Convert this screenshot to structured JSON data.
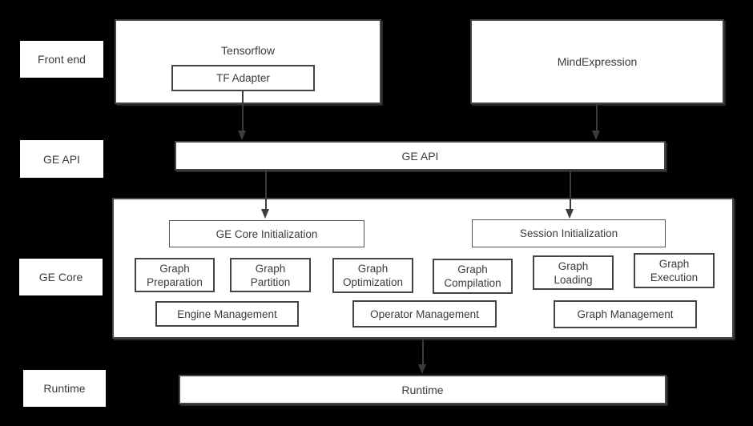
{
  "colors": {
    "background": "#000000",
    "box_fill": "#ffffff",
    "border": "#454545",
    "text": "#3b3b3b",
    "arrow": "#3c3c3c"
  },
  "row_labels": {
    "front_end": "Front end",
    "ge_api": "GE API",
    "ge_core": "GE Core",
    "runtime": "Runtime"
  },
  "front_end": {
    "tensorflow": "Tensorflow",
    "tf_adapter": "TF Adapter",
    "mindexpression": "MindExpression"
  },
  "ge_api_bar": "GE API",
  "ge_core": {
    "init": [
      {
        "label": "GE Core Initialization"
      },
      {
        "label": "Session Initialization"
      }
    ],
    "modules": [
      {
        "label": "Graph Preparation"
      },
      {
        "label": "Graph Partition"
      },
      {
        "label": "Graph Optimization"
      },
      {
        "label": "Graph Compilation"
      },
      {
        "label": "Graph Loading"
      },
      {
        "label": "Graph Execution"
      }
    ],
    "managers": [
      {
        "label": "Engine Management"
      },
      {
        "label": "Operator Management"
      },
      {
        "label": "Graph Management"
      }
    ]
  },
  "runtime_bar": "Runtime",
  "arrows": [
    {
      "from": "TF Adapter",
      "to": "GE API"
    },
    {
      "from": "MindExpression",
      "to": "GE API"
    },
    {
      "from": "GE API",
      "to": "GE Core Initialization"
    },
    {
      "from": "GE API",
      "to": "Session Initialization"
    },
    {
      "from": "GE Core",
      "to": "Runtime"
    }
  ]
}
